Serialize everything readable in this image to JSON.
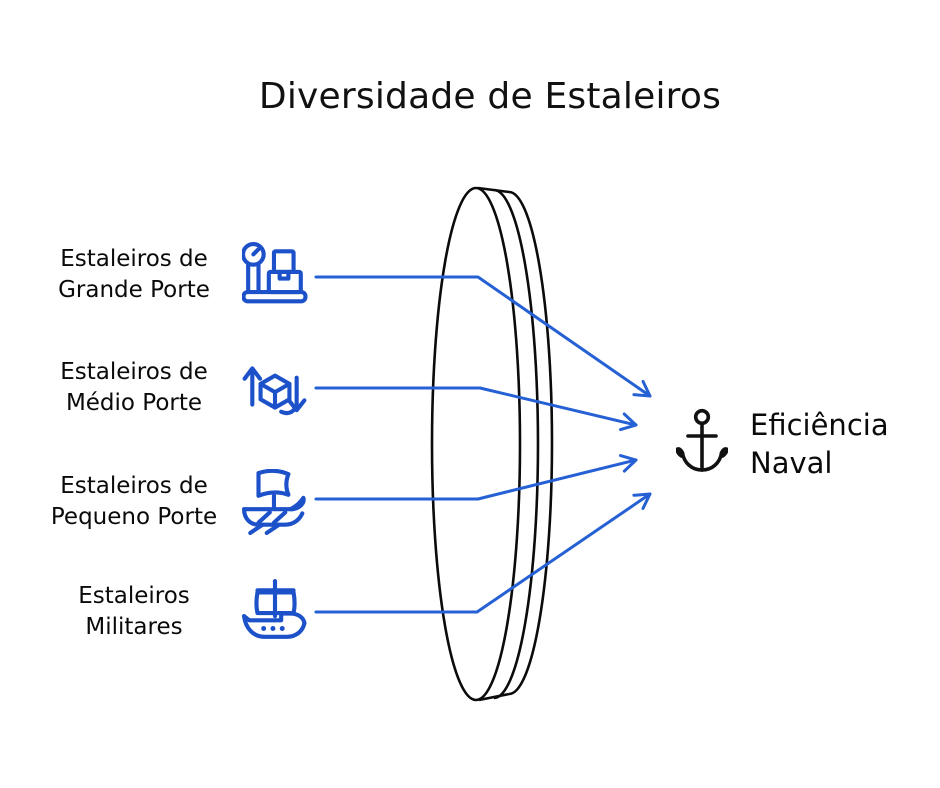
{
  "title": "Diversidade de Estaleiros",
  "items": [
    {
      "label_line1": "Estaleiros de",
      "label_line2": "Grande Porte",
      "icon": "industrial-scale-icon"
    },
    {
      "label_line1": "Estaleiros de",
      "label_line2": "Médio Porte",
      "icon": "cube-resize-arrows-icon"
    },
    {
      "label_line1": "Estaleiros de",
      "label_line2": "Pequeno Porte",
      "icon": "small-sailboat-icon"
    },
    {
      "label_line1": "Estaleiros",
      "label_line2": "Militares",
      "icon": "military-ship-icon"
    }
  ],
  "outcome": {
    "label_line1": "Eficiência",
    "label_line2": "Naval",
    "icon": "anchor-icon"
  },
  "diagram": {
    "shape": "converging-lens",
    "flow": "four labeled inputs pass through a lens and converge as arrows toward the anchor outcome"
  },
  "colors": {
    "icon_blue": "#1c51c9",
    "arrow_blue": "#2560d4",
    "line_black": "#0b0b0b",
    "background": "#ffffff"
  }
}
